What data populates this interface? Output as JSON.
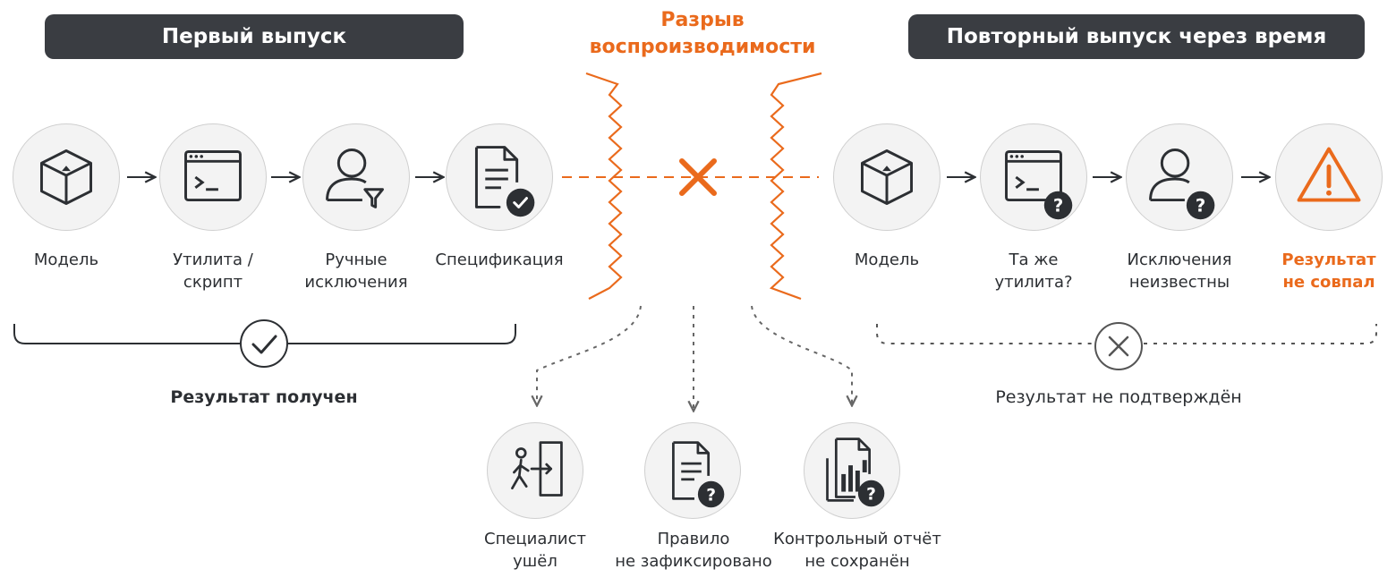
{
  "left_section": {
    "header": "Первый выпуск",
    "nodes": [
      {
        "label": "Модель",
        "icon": "cube-icon"
      },
      {
        "label": "Утилита /\nскрипт",
        "icon": "terminal-window-icon"
      },
      {
        "label": "Ручные\nисключения",
        "icon": "user-filter-icon"
      },
      {
        "label": "Спецификация",
        "icon": "document-check-icon"
      }
    ],
    "result": "Результат получен"
  },
  "gap": {
    "title": "Разрыв\nвоспроизводимости",
    "causes": [
      {
        "label": "Специалист\nушёл",
        "icon": "person-exit-icon"
      },
      {
        "label": "Правило\nне зафиксировано",
        "icon": "document-question-icon"
      },
      {
        "label": "Контрольный отчёт\nне сохранён",
        "icon": "report-question-icon"
      }
    ]
  },
  "right_section": {
    "header": "Повторный выпуск через время",
    "nodes": [
      {
        "label": "Модель",
        "icon": "cube-icon"
      },
      {
        "label": "Та же\nутилита?",
        "icon": "terminal-question-icon"
      },
      {
        "label": "Исключения\nнеизвестны",
        "icon": "user-question-icon"
      },
      {
        "label": "Результат\nне совпал",
        "icon": "warning-triangle-icon"
      }
    ],
    "result": "Результат не подтверждён"
  },
  "colors": {
    "accent": "#ea6a1c",
    "header_bg": "#3a3d42",
    "icon": "#2c2f33",
    "node_bg": "#f3f3f3"
  }
}
